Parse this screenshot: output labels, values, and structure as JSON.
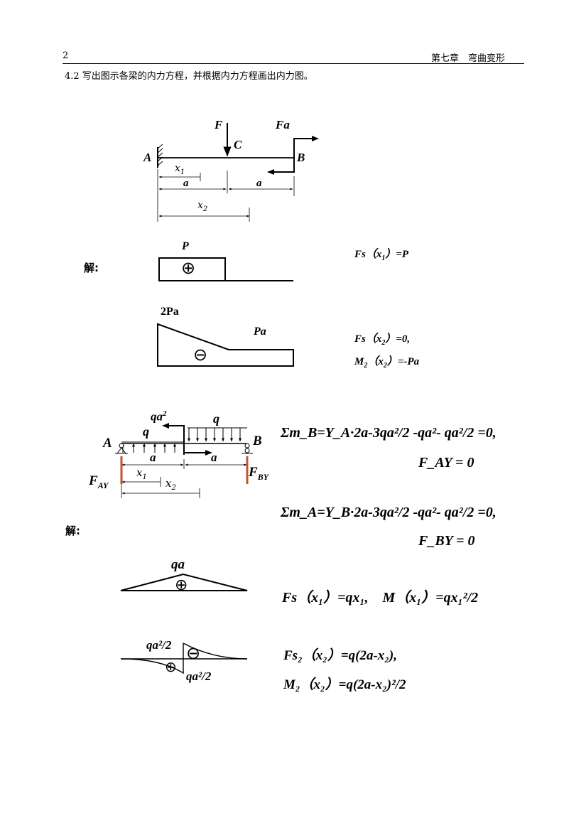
{
  "header": {
    "page_number": "2",
    "chapter": "第七章　弯曲变形"
  },
  "problem": {
    "title": "4.2 写出图示各梁的内力方程，并根据内力方程画出内力图。"
  },
  "beam1": {
    "label_F": "F",
    "label_C": "C",
    "label_Fa": "Fa",
    "label_A": "A",
    "label_B": "B",
    "dim_x1": "x",
    "dim_x1_sub": "1",
    "dim_a1": "a",
    "dim_a2": "a",
    "dim_x2": "x",
    "dim_x2_sub": "2"
  },
  "solution1": {
    "jie": "解:",
    "shear": {
      "label_P": "P",
      "sign": "⊕",
      "eq": {
        "pre": "Fs（x",
        "sub": "1",
        "post": "）=P"
      }
    },
    "moment": {
      "label_2Pa": "2Pa",
      "label_Pa": "Pa",
      "sign": "⊖",
      "eq1": {
        "pre": "Fs（x",
        "sub": "2",
        "post": "）=0,"
      },
      "eq2": {
        "pre": "M",
        "sub1": "2",
        "mid": "（x",
        "sub2": "2",
        "post": "）=-Pa"
      }
    }
  },
  "beam2": {
    "label_qa2": "qa",
    "label_qa2_sup": "2",
    "label_q_left": "q",
    "label_q_right": "q",
    "label_A": "A",
    "label_B": "B",
    "dim_a1": "a",
    "dim_a2": "a",
    "dim_x1": "x",
    "dim_x1_sub": "1",
    "dim_x2": "x",
    "dim_x2_sub": "2",
    "label_FAY": "F",
    "label_FAY_sub": "AY",
    "label_FBY": "F",
    "label_FBY_sub": "BY",
    "eq_mB": "Σm_B=Y_A·2a-3qa²/2 -qa²- qa²/2 =0,",
    "eq_FAY": "F_AY = 0",
    "eq_mA": "Σm_A=Y_B·2a-3qa²/2 -qa²- qa²/2 =0,",
    "eq_FBY": "F_BY = 0"
  },
  "solution2": {
    "jie": "解:",
    "shear": {
      "label_qa": "qa",
      "sign": "⊕",
      "eq": "Fs（x₁）=qx₁,　M（x₁）=qx₁²/2"
    },
    "moment": {
      "label_top": "qa²/2",
      "label_bottom": "qa²/2",
      "sign_plus": "⊕",
      "sign_minus": "⊖",
      "eq1": "Fs₂（x₂）=q(2a-x₂),",
      "eq2": "M₂（x₂）=q(2a-x₂)²/2"
    }
  }
}
